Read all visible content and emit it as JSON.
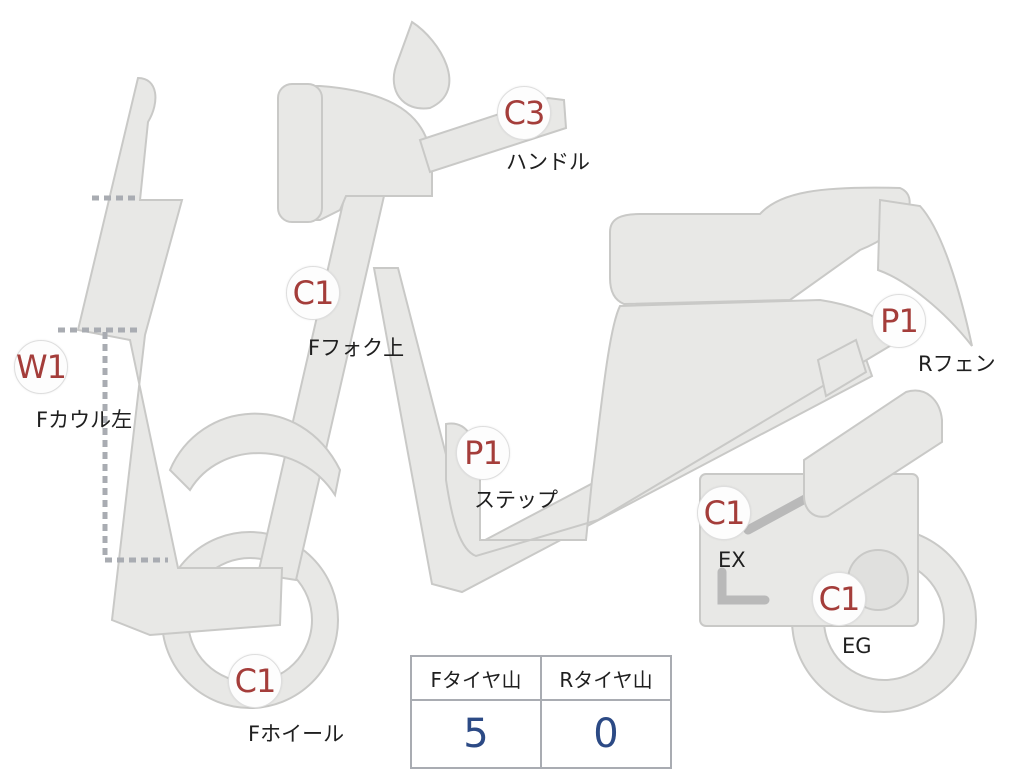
{
  "parts": [
    {
      "id": "handle",
      "grade": "C3",
      "label": "ハンドル"
    },
    {
      "id": "front-fork",
      "grade": "C1",
      "label": "Fフォク上"
    },
    {
      "id": "front-cowl",
      "grade": "W1",
      "label": "Fカウル左"
    },
    {
      "id": "step",
      "grade": "P1",
      "label": "ステップ"
    },
    {
      "id": "rear-fender",
      "grade": "P1",
      "label": "Rフェン"
    },
    {
      "id": "exhaust",
      "grade": "C1",
      "label": "EX"
    },
    {
      "id": "engine",
      "grade": "C1",
      "label": "EG"
    },
    {
      "id": "front-wheel",
      "grade": "C1",
      "label": "Fホイール"
    }
  ],
  "tire_table": {
    "headers": [
      "Fタイヤ山",
      "Rタイヤ山"
    ],
    "values": [
      "5",
      "0"
    ]
  },
  "colors": {
    "grade_text": "#a43d3a",
    "value_text": "#2c4a85",
    "body_fill": "#e8e8e6",
    "table_border": "#a9acb2"
  }
}
